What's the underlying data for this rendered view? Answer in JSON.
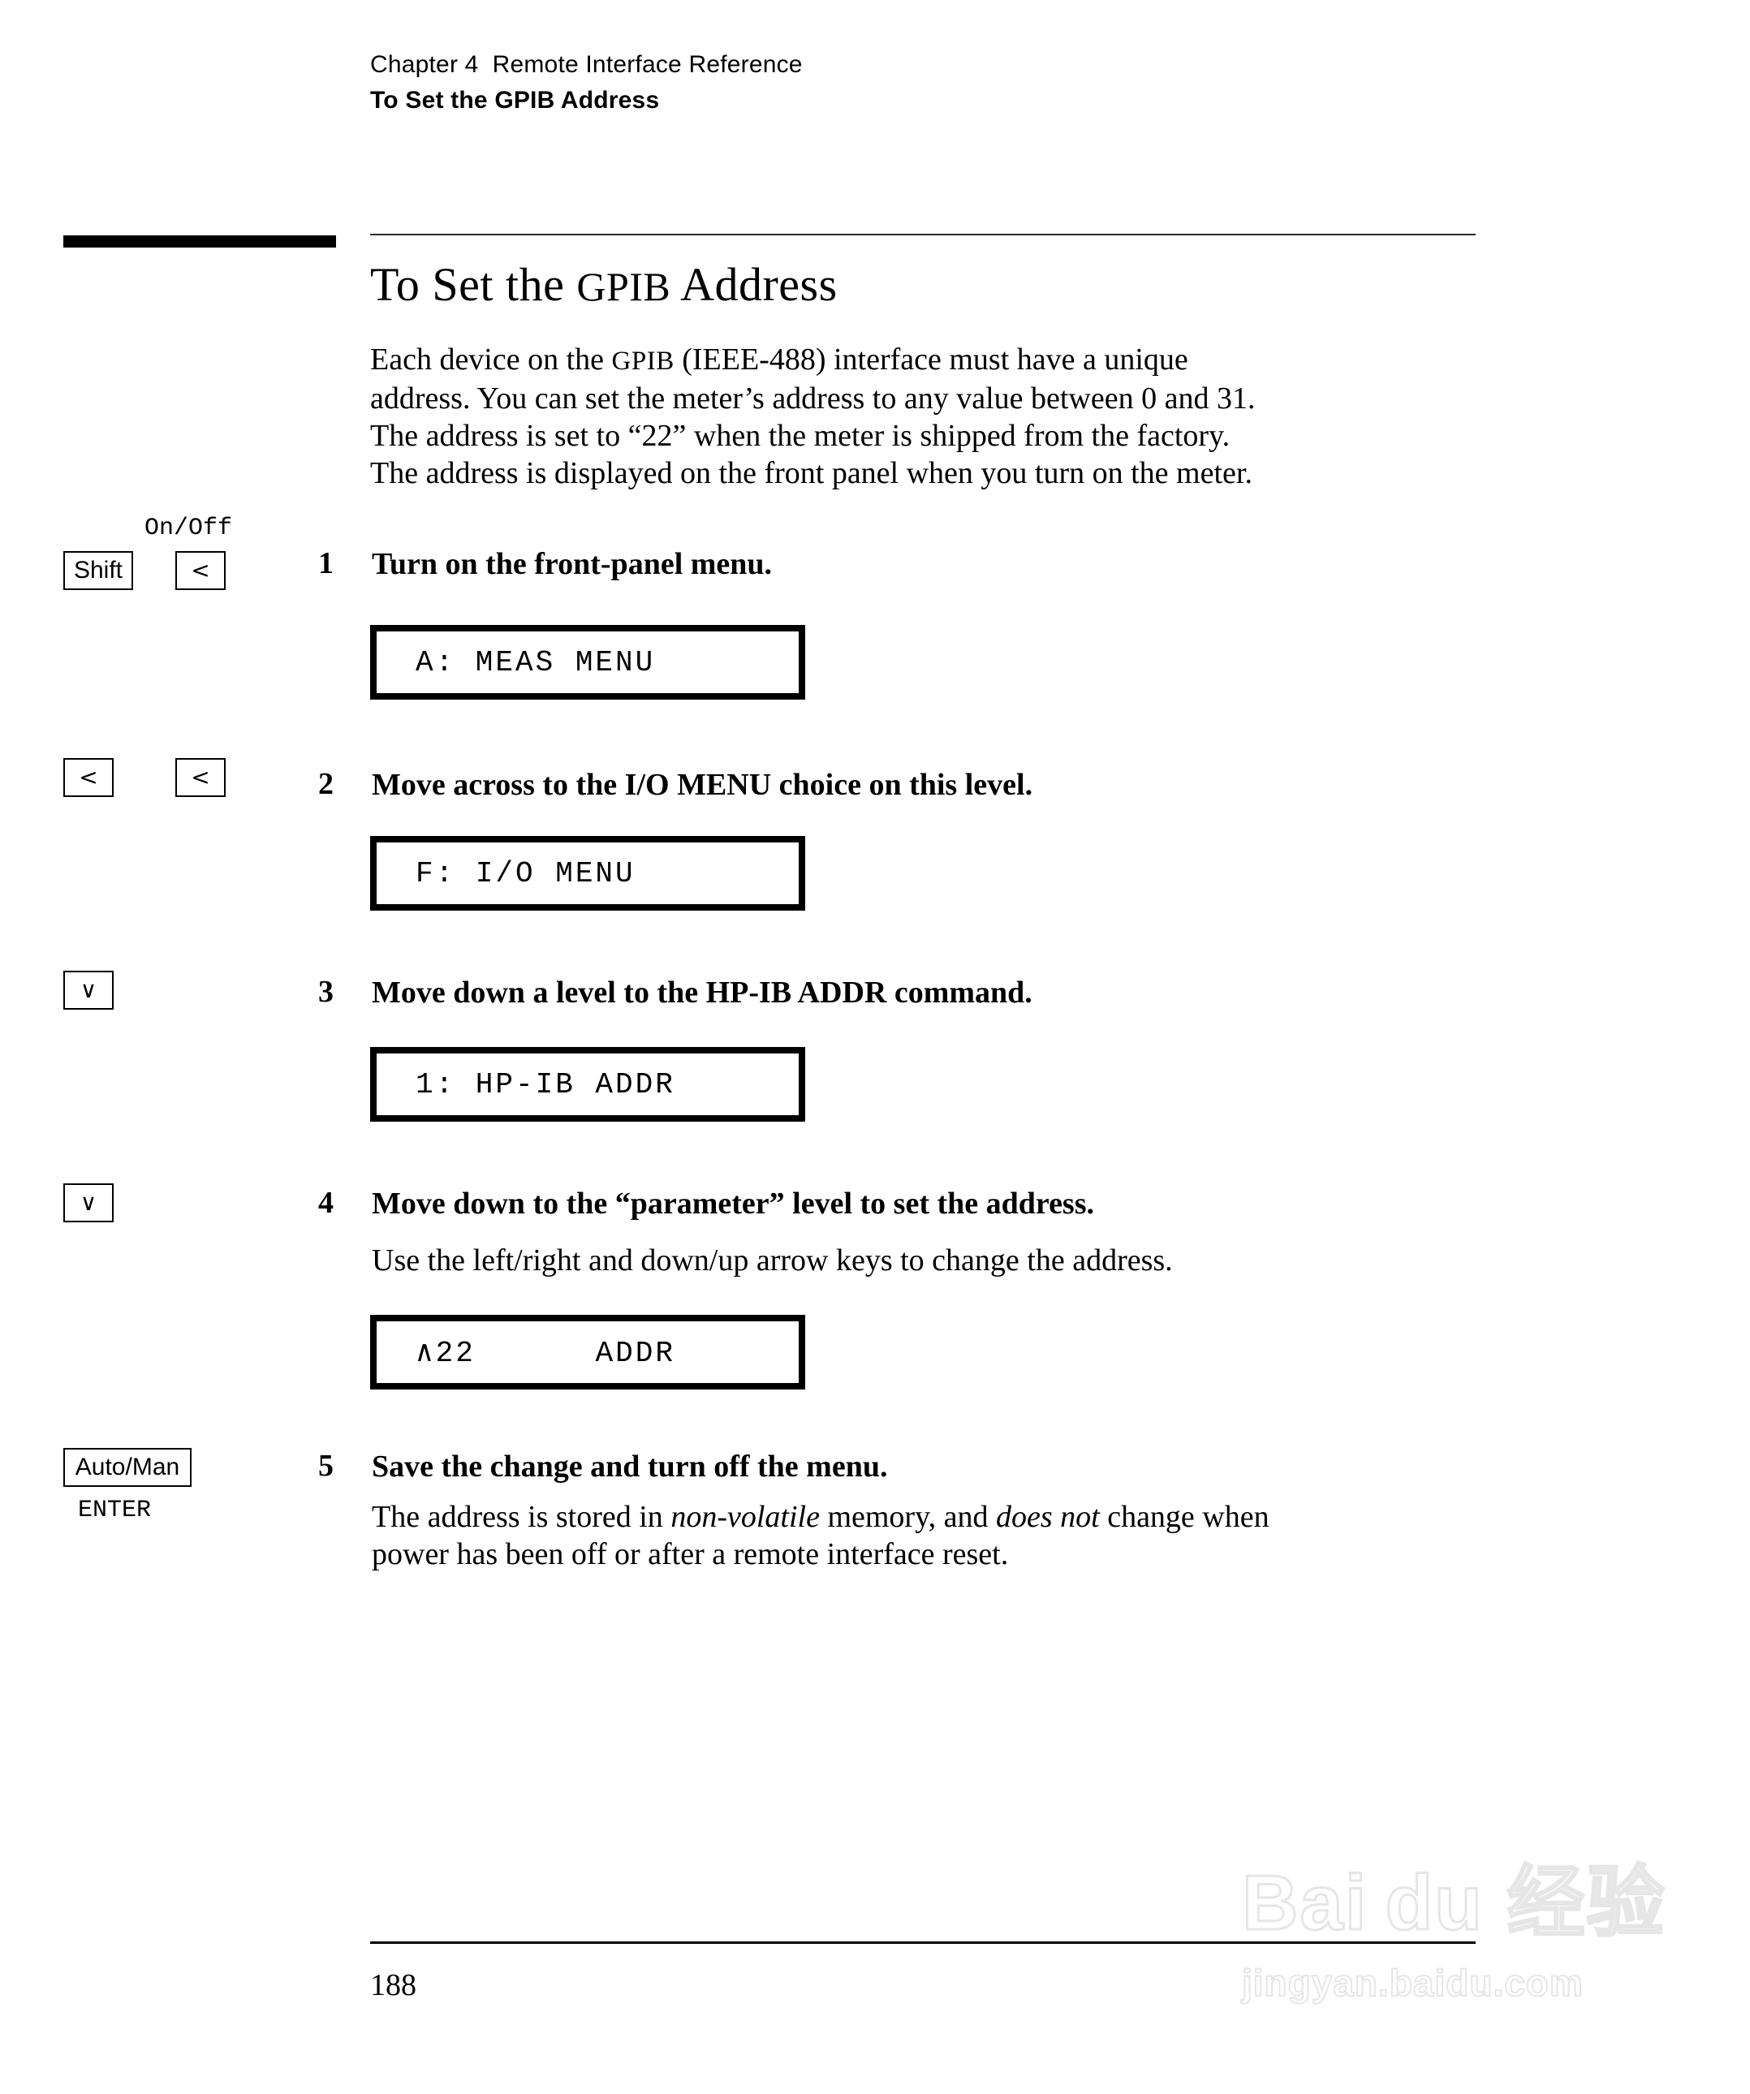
{
  "header": {
    "chapter_line": "Chapter 4  Remote Interface Reference",
    "section_line": "To Set the GPIB Address"
  },
  "title": {
    "part1": "To Set the ",
    "part2": "GPIB",
    "part3": " Address"
  },
  "intro": {
    "line1_a": "Each device on the ",
    "line1_b": "GPIB",
    "line1_c": " (IEEE-488) interface must have a unique",
    "line2": "address. You can set the meter’s address to any value between 0 and 31.",
    "line3": "The address is set to “22” when the meter is shipped from the factory.",
    "line4": "The address is displayed on the front panel when you turn on the meter."
  },
  "steps": [
    {
      "number": "1",
      "heading": "Turn on the front-panel menu.",
      "keys": [
        {
          "label": "Shift",
          "type": "text"
        },
        {
          "label": "<",
          "type": "arrow"
        }
      ],
      "key_caption": "On/Off",
      "display": "A: MEAS MENU"
    },
    {
      "number": "2",
      "heading": "Move across to the I/O MENU choice on this level.",
      "keys": [
        {
          "label": "<",
          "type": "arrow"
        },
        {
          "label": "<",
          "type": "arrow"
        }
      ],
      "key_caption": "",
      "display": "F: I/O MENU"
    },
    {
      "number": "3",
      "heading": "Move down a level to the HP-IB ADDR command.",
      "keys": [
        {
          "label": "∨",
          "type": "arrow"
        }
      ],
      "key_caption": "",
      "display": "1: HP-IB ADDR"
    },
    {
      "number": "4",
      "heading": "Move down to the “parameter” level to set the address.",
      "sub": "Use the left/right and down/up arrow keys to change the address.",
      "keys": [
        {
          "label": "∨",
          "type": "arrow"
        }
      ],
      "key_caption": "",
      "display": "∧22      ADDR"
    },
    {
      "number": "5",
      "heading": "Save the change and turn off the menu.",
      "keys": [
        {
          "label": "Auto/Man",
          "type": "text"
        }
      ],
      "key_caption": "ENTER",
      "body": {
        "line1_a": "The address is stored in ",
        "line1_i": "non-volatile",
        "line1_b": " memory, and ",
        "line1_i2": "does not",
        "line1_c": " change when",
        "line2": "power has been off or after a remote interface reset."
      }
    }
  ],
  "footer": {
    "page_number": "188"
  },
  "watermark": {
    "main": "Bai du 经验",
    "sub": "jingyan.baidu.com"
  }
}
